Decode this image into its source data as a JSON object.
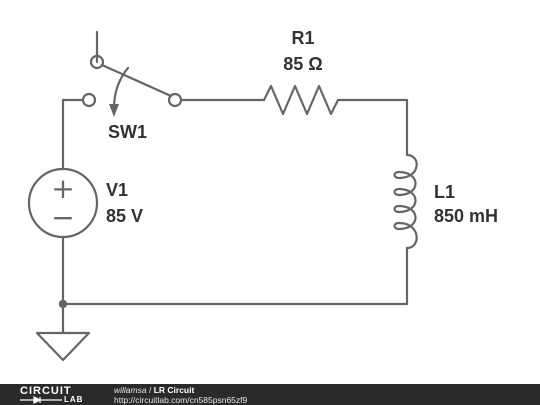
{
  "components": {
    "switch": {
      "name": "SW1"
    },
    "resistor": {
      "name": "R1",
      "value": "85 Ω"
    },
    "source": {
      "name": "V1",
      "value": "85 V",
      "plus": "+",
      "minus": "−"
    },
    "inductor": {
      "name": "L1",
      "value": "850 mH"
    }
  },
  "footer": {
    "logo_top": "CIRCUIT",
    "logo_bottom": "LAB",
    "user": "willamsa",
    "separator": " / ",
    "title": "LR Circuit",
    "url": "http://circuitlab.com/cn585psn65zf9"
  },
  "colors": {
    "wire": "#666666",
    "label": "#333333",
    "footer_bg": "#2a2a2a"
  }
}
